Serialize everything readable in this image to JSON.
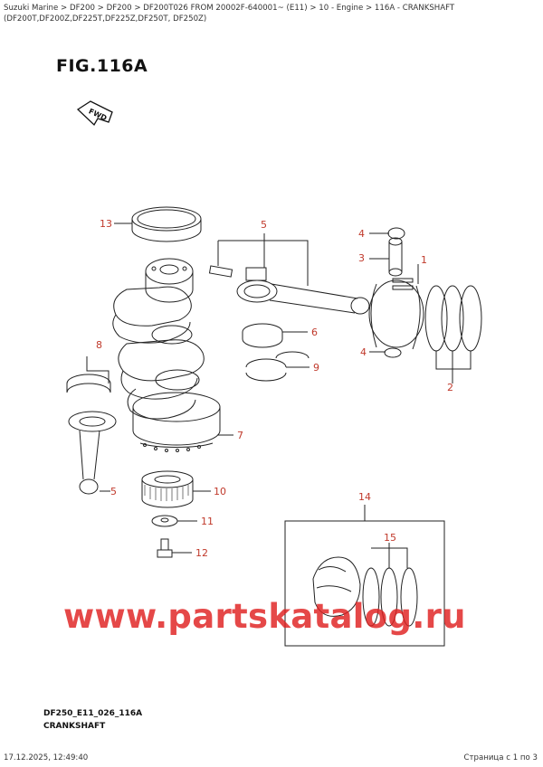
{
  "breadcrumb": {
    "items": [
      "Suzuki Marine",
      "DF200",
      "DF200",
      "DF200T026 FROM 20002F-640001~ (E11)",
      "10 - Engine",
      "116A - CRANKSHAFT (DF200T,DF200Z,DF225T,DF225Z,DF250T, DF250Z)"
    ],
    "separator": ">"
  },
  "figure": {
    "title": "FIG.116A",
    "fwd_label": "FWD",
    "callouts": [
      "1",
      "2",
      "3",
      "4",
      "4",
      "5",
      "5",
      "6",
      "7",
      "8",
      "9",
      "10",
      "11",
      "12",
      "13",
      "14",
      "15"
    ],
    "code": "DF250_E11_026_116A",
    "caption": "CRANKSHAFT"
  },
  "watermark": "www.partskatalog.ru",
  "footer": {
    "timestamp": "17.12.2025, 12:49:40",
    "page": "Страница с 1 по 3"
  },
  "colors": {
    "callout": "#c0392b",
    "watermark": "#e02020"
  }
}
